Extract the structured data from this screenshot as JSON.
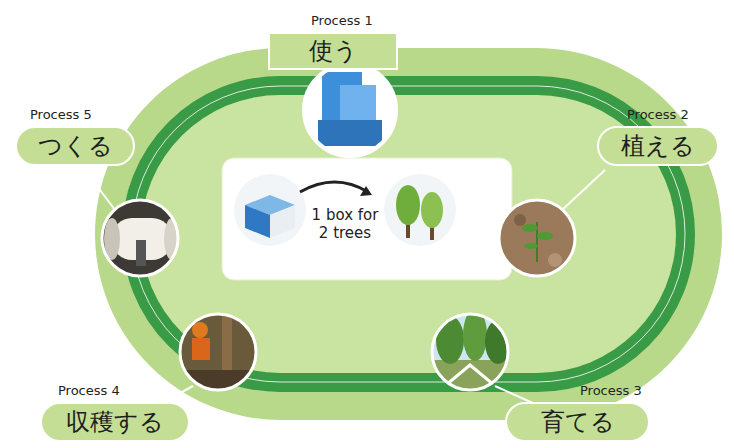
{
  "diagram": {
    "nodes": [
      {
        "text": [
          "Process 1",
          "使う"
        ]
      },
      {
        "text": [
          "Process 2",
          "植える"
        ]
      },
      {
        "text": [
          "Process 3",
          "育てる"
        ]
      },
      {
        "text": [
          "Process 4",
          "収穫する"
        ]
      },
      {
        "text": [
          "Process 5",
          "つくる"
        ]
      },
      {
        "text": [
          "1 box for 2 trees"
        ]
      }
    ]
  }
}
